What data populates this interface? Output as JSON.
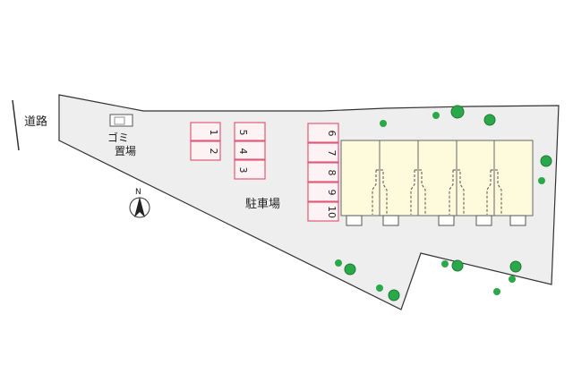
{
  "labels": {
    "road": "道路",
    "garbage_line1": "ゴミ",
    "garbage_line2": "置場",
    "parking_lot": "駐車場",
    "north": "N"
  },
  "parking_spaces": [
    "1",
    "2",
    "3",
    "4",
    "5",
    "6",
    "7",
    "8",
    "9",
    "10"
  ],
  "building": {
    "units": 5
  },
  "colors": {
    "lot_fill": "#eeeeee",
    "lot_outline": "#333333",
    "parking_stroke": "#e05a78",
    "parking_fill": "#fdf3f5",
    "building_fill": "#fdfbdc",
    "building_stroke": "#666666",
    "tree": "#2ba84a",
    "tree_dark": "#1e7a35"
  }
}
